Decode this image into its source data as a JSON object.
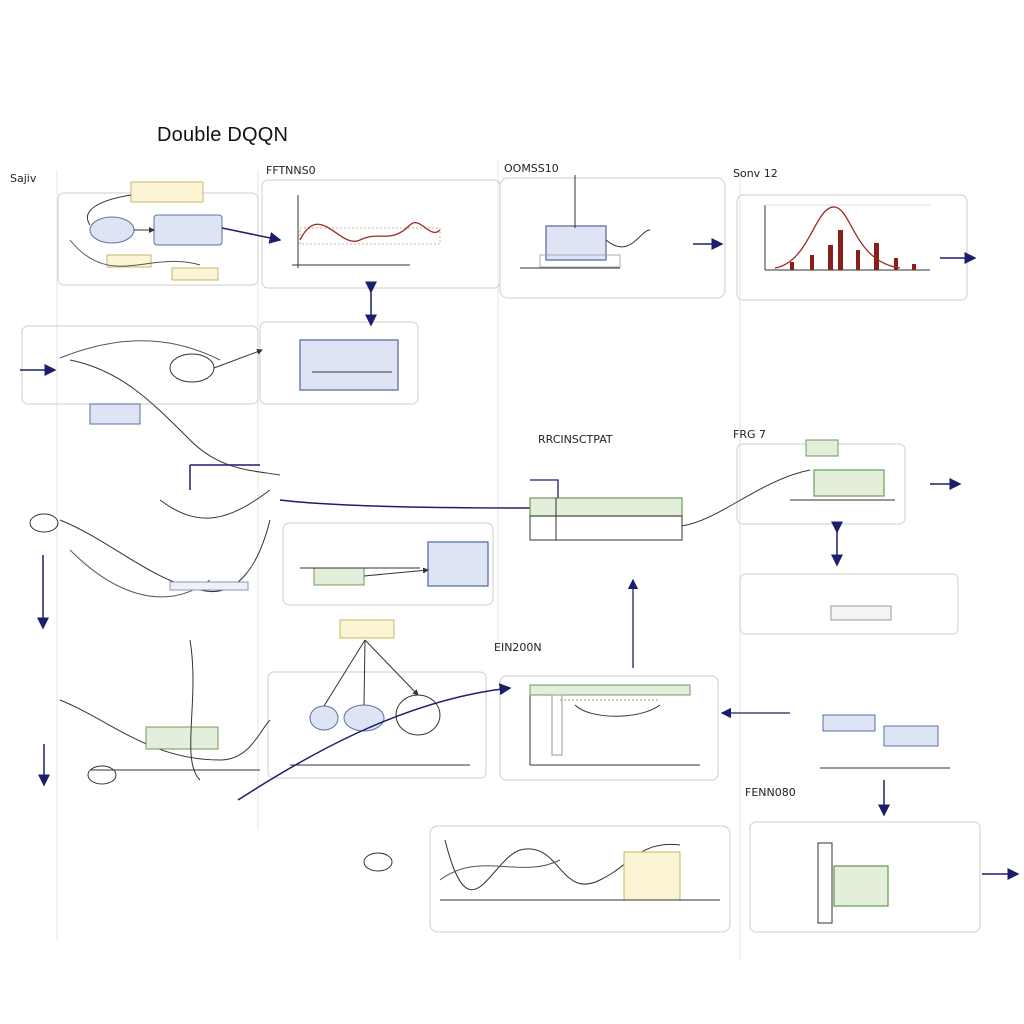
{
  "title": "Double DQQN",
  "section_labels": {
    "top_left": "Sajiv",
    "top_mid_left": "FFTNNS0",
    "top_mid": "OOMSS10",
    "top_right": "Sonv 12",
    "mid_center": "RRCINSCTPAT",
    "mid_right": "FRG 7",
    "lower_center": "EIN200N",
    "bottom_right": "FENN080"
  },
  "colors": {
    "arrow": "#1b1f6b",
    "node_blue_fill": "#dde4f3",
    "node_blue_stroke": "#5a6fa8",
    "node_green_fill": "#e3eedb",
    "node_green_stroke": "#6f9a5c",
    "node_yellow_fill": "#fbf5d6",
    "node_yellow_stroke": "#c9b766",
    "panel_stroke": "#d6d6d6",
    "curve_red": "#9b2b20",
    "bar_red": "#8a1f1a"
  }
}
